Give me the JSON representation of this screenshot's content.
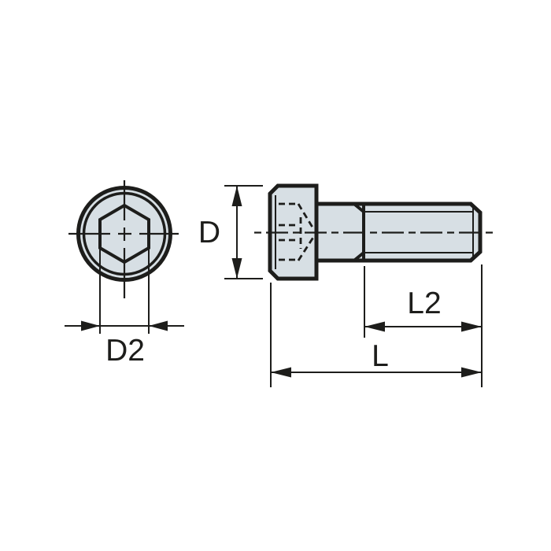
{
  "labels": {
    "head_diameter": "D",
    "socket_across_flats": "D2",
    "thread_length": "L2",
    "overall_length": "L"
  },
  "colors": {
    "outline": "#1d1d1b",
    "fill": "#d7dfe4",
    "background": "#ffffff"
  }
}
